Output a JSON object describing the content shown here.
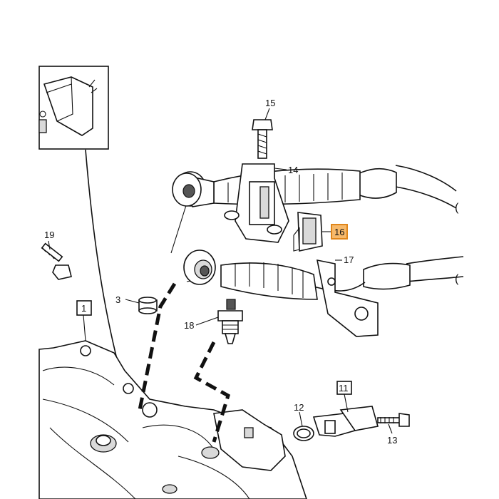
{
  "callouts": {
    "c1": "1",
    "c3": "3",
    "c11": "11",
    "c12": "12",
    "c13": "13",
    "c14": "14",
    "c15": "15",
    "c16": "16",
    "c17": "17",
    "c18": "18",
    "c19": "19"
  },
  "edge_marks": [
    "(",
    "("
  ],
  "colors": {
    "highlight_fill": "#f7b96a",
    "highlight_stroke": "#e0861a",
    "line": "#111111"
  }
}
